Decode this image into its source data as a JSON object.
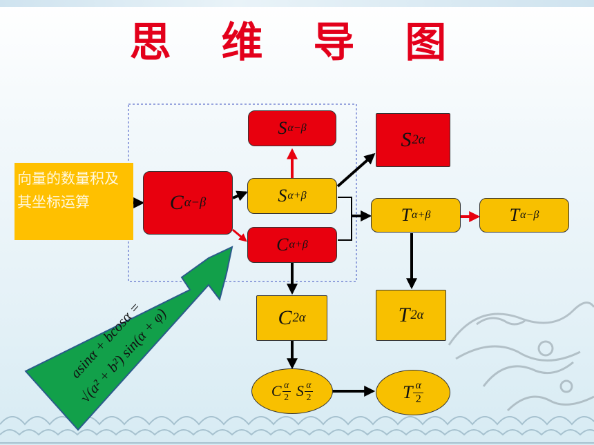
{
  "title": "思 维 导 图",
  "source_box": {
    "text": "向量的数量积及其坐标运算"
  },
  "formula": {
    "line1": "asinα + bcosα =",
    "line2": "√(a² + b²) sin(α + φ)"
  },
  "nodes": {
    "c_minus": {
      "base": "C",
      "sub": "α−β"
    },
    "s_minus": {
      "base": "S",
      "sub": "α−β"
    },
    "s_plus": {
      "base": "S",
      "sub": "α+β"
    },
    "c_plus": {
      "base": "C",
      "sub": "α+β"
    },
    "s_2a": {
      "base": "S",
      "sub": "2α"
    },
    "t_plus": {
      "base": "T",
      "sub": "α+β"
    },
    "t_minus": {
      "base": "T",
      "sub": "α−β"
    },
    "c_2a": {
      "base": "C",
      "sub": "2α"
    },
    "t_2a": {
      "base": "T",
      "sub": "2α"
    },
    "half_cs": {
      "c": "C",
      "s": "S",
      "num": "α",
      "den": "2"
    },
    "half_t": {
      "base": "T",
      "num": "α",
      "den": "2"
    }
  },
  "colors": {
    "title": "#e3001b",
    "red_node": "#e8000e",
    "yellow_node": "#f8c000",
    "green_arrow": "#12a04a",
    "dashed_frame": "#3a4fc0"
  }
}
